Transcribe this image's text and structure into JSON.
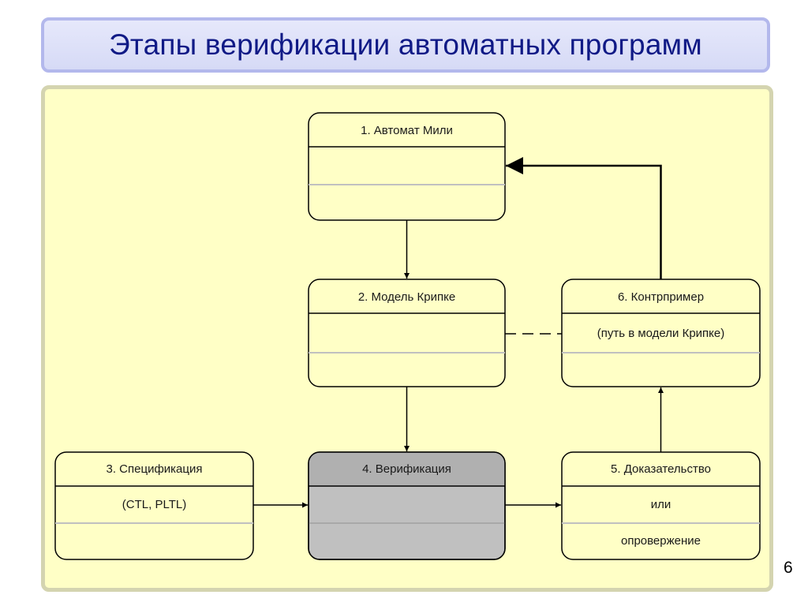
{
  "slide": {
    "title": "Этапы верификации автоматных программ",
    "page_number": "6"
  },
  "diagram": {
    "nodes": {
      "mealy": {
        "title": "1. Автомат Мили"
      },
      "kripke": {
        "title": "2. Модель Крипке"
      },
      "spec": {
        "title": "3. Спецификация",
        "line1": "(CTL, PLTL)"
      },
      "verify": {
        "title": "4. Верификация"
      },
      "proof": {
        "title": "5. Доказательство",
        "line1": "или",
        "line2": "опровержение"
      },
      "counter": {
        "title": "6. Контрпример",
        "line1": "(путь в модели Крипке)"
      }
    }
  },
  "colors": {
    "title_text": "#101a86",
    "title_border": "#b3b8ec",
    "panel_fill": "#ffffc6",
    "panel_border": "#d4d4b0",
    "box_fill": "#ffffc6",
    "box_fill_highlight": "#c0c0c0",
    "box_header_highlight": "#b0b0b0",
    "divider": "#c0c0c0"
  }
}
